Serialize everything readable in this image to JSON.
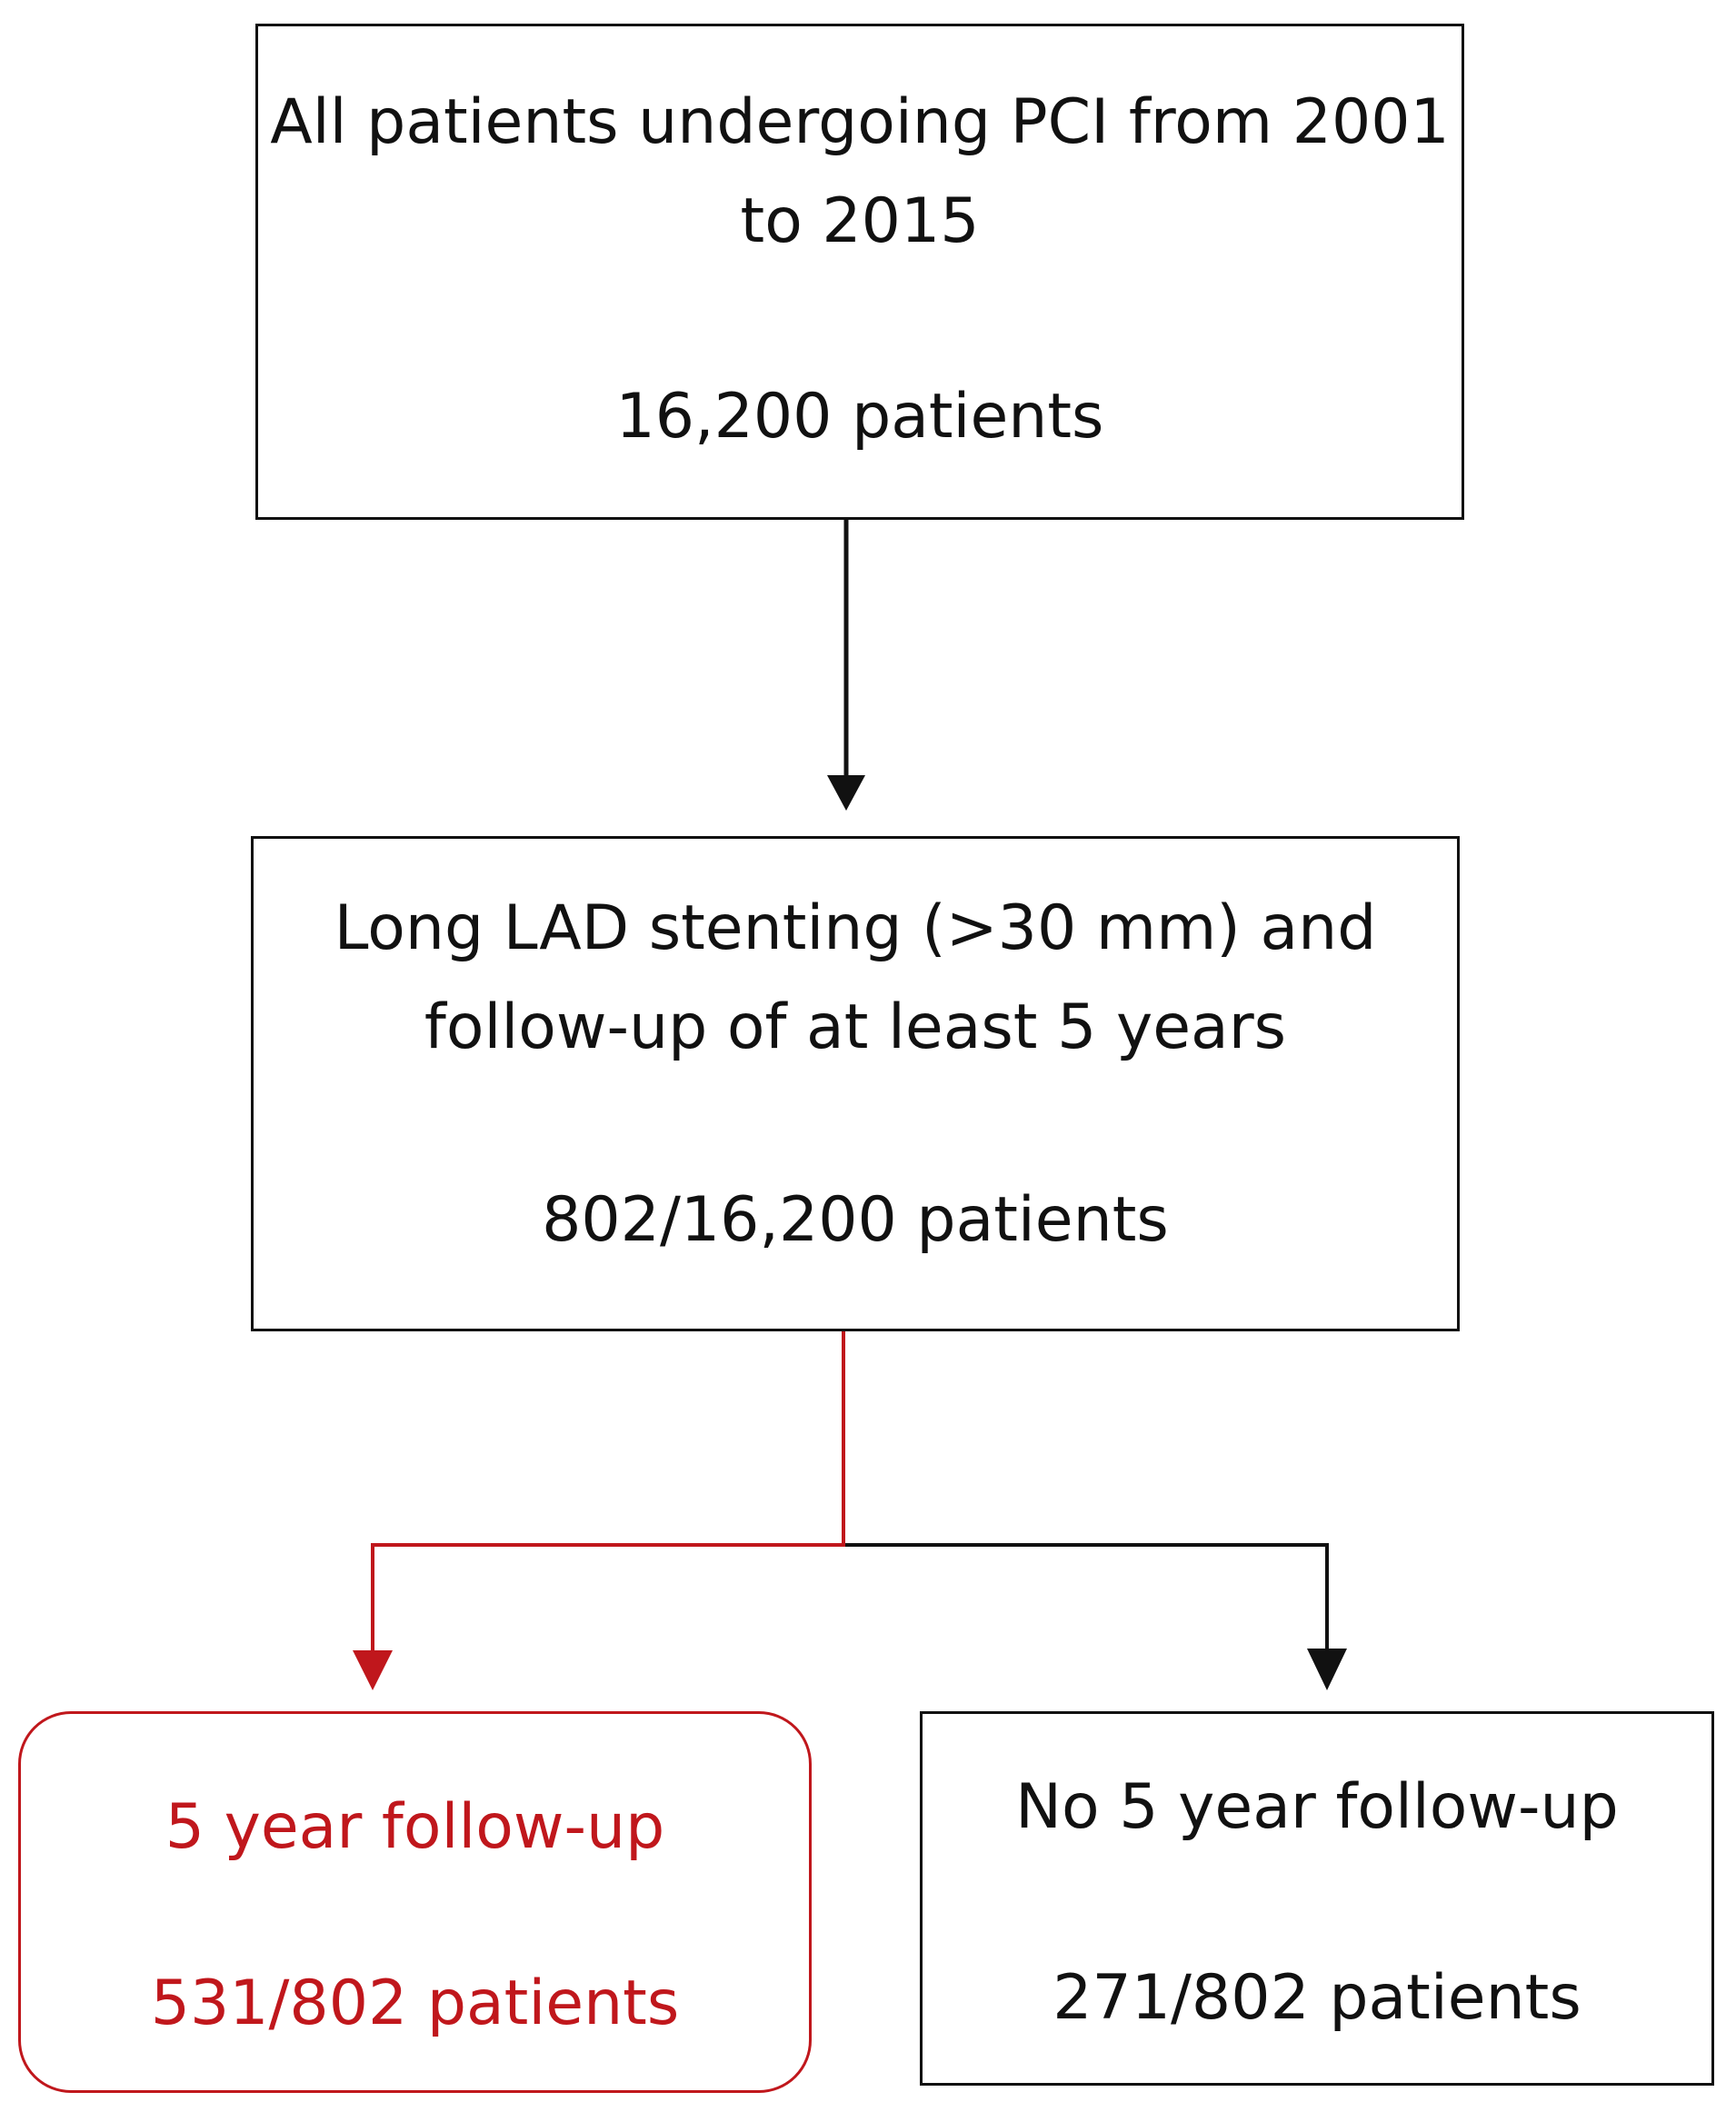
{
  "colors": {
    "accent": "#c0171c",
    "default": "#111111"
  },
  "nodes": {
    "top": {
      "line1": "All patients undergoing PCI from 2001 to 2015",
      "line2": "16,200 patients"
    },
    "mid": {
      "line1": "Long LAD stenting (>30 mm) and follow-up of at least 5 years",
      "line2": "802/16,200 patients"
    },
    "left": {
      "line1": "5 year follow-up",
      "line2": "531/802 patients"
    },
    "right": {
      "line1": "No 5 year follow-up",
      "line2": "271/802 patients"
    }
  },
  "edges": [
    {
      "from": "top",
      "to": "mid",
      "color": "default"
    },
    {
      "from": "mid",
      "to": "left",
      "color": "accent"
    },
    {
      "from": "mid",
      "to": "right",
      "color": "default"
    }
  ]
}
